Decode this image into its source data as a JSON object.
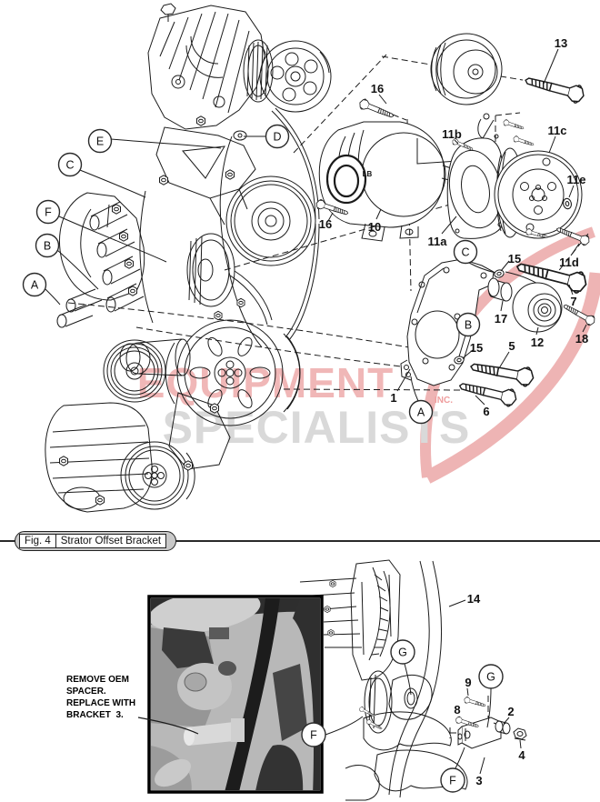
{
  "figure_label": {
    "fig": "Fig. 4",
    "title": "Strator Offset Bracket"
  },
  "watermark": {
    "line1": "EQUIPMENT",
    "line2": "SPECIALISTS",
    "suffix": "INC.",
    "pink": "#f0b7b7",
    "gray": "#d9d9d9",
    "red": "#ef9d9d",
    "swoosh": "#eeb4b4"
  },
  "instruction": {
    "line1": "REMOVE OEM",
    "line2": "SPACER.",
    "line3": "REPLACE WITH",
    "line4": "BRACKET  3."
  },
  "labels": {
    "A": "A",
    "B": "B",
    "C": "C",
    "D": "D",
    "E": "E",
    "F": "F",
    "G": "G",
    "n1": "1",
    "n2": "2",
    "n3": "3",
    "n4": "4",
    "n5": "5",
    "n6": "6",
    "n7": "7",
    "n8": "8",
    "n9": "9",
    "n10": "10",
    "n11a": "11a",
    "n11b": "11b",
    "n11c": "11c",
    "n11d": "11d",
    "n11e": "11e",
    "n12": "12",
    "n13": "13",
    "n14": "14",
    "n15": "15",
    "n16": "16",
    "n17": "17",
    "n18": "18",
    "alt_marking": "LB"
  }
}
